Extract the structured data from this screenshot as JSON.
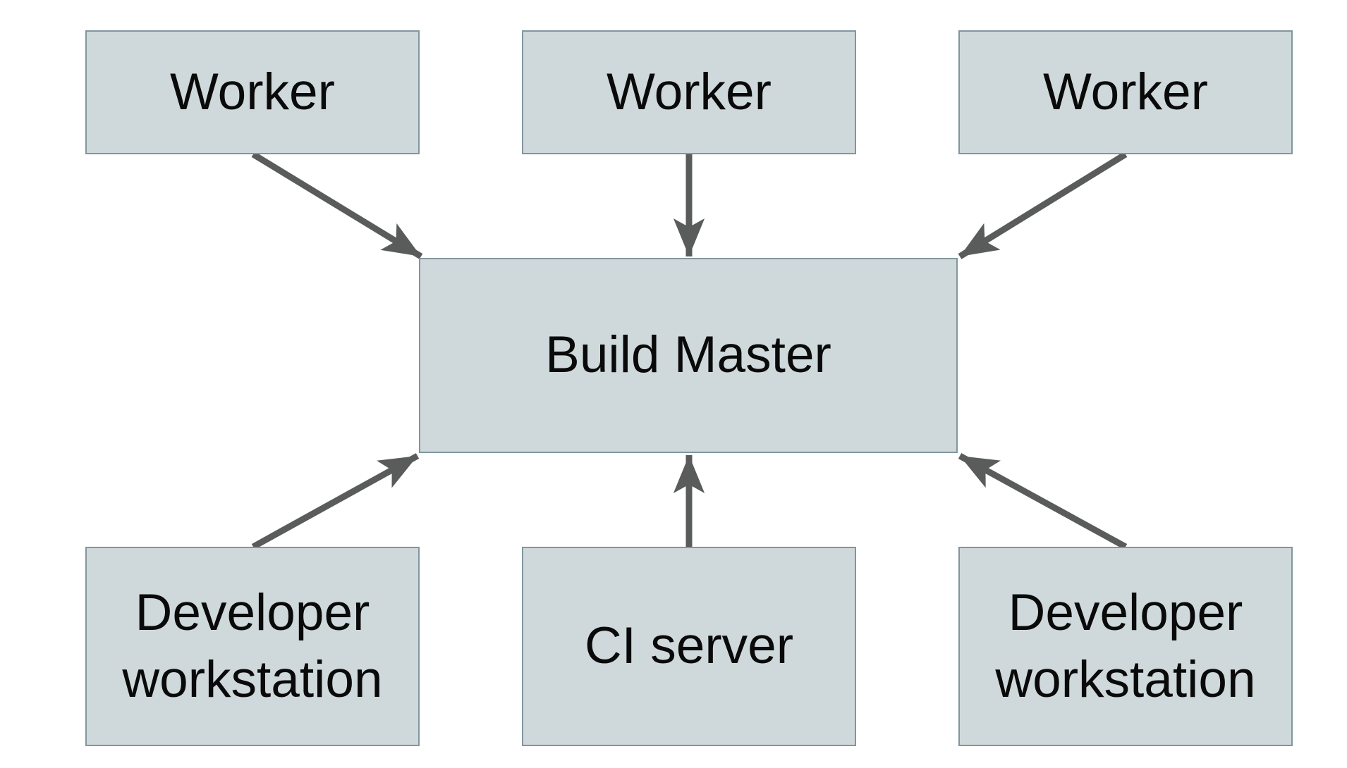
{
  "diagram": {
    "background_color": "#ffffff",
    "node_fill_color": "#cfd9db",
    "node_border_color": "#81969f",
    "arrow_color": "#5a5b5b",
    "text_color": "#0a0a0a",
    "nodes": [
      {
        "id": "worker-1",
        "label": "Worker"
      },
      {
        "id": "worker-2",
        "label": "Worker"
      },
      {
        "id": "worker-3",
        "label": "Worker"
      },
      {
        "id": "build-master",
        "label": "Build Master"
      },
      {
        "id": "developer-workstation-1",
        "label": "Developer workstation"
      },
      {
        "id": "ci-server",
        "label": "CI server"
      },
      {
        "id": "developer-workstation-2",
        "label": "Developer workstation"
      }
    ],
    "edges": [
      {
        "from": "worker-1",
        "to": "build-master"
      },
      {
        "from": "worker-2",
        "to": "build-master"
      },
      {
        "from": "worker-3",
        "to": "build-master"
      },
      {
        "from": "developer-workstation-1",
        "to": "build-master"
      },
      {
        "from": "ci-server",
        "to": "build-master"
      },
      {
        "from": "developer-workstation-2",
        "to": "build-master"
      }
    ]
  }
}
